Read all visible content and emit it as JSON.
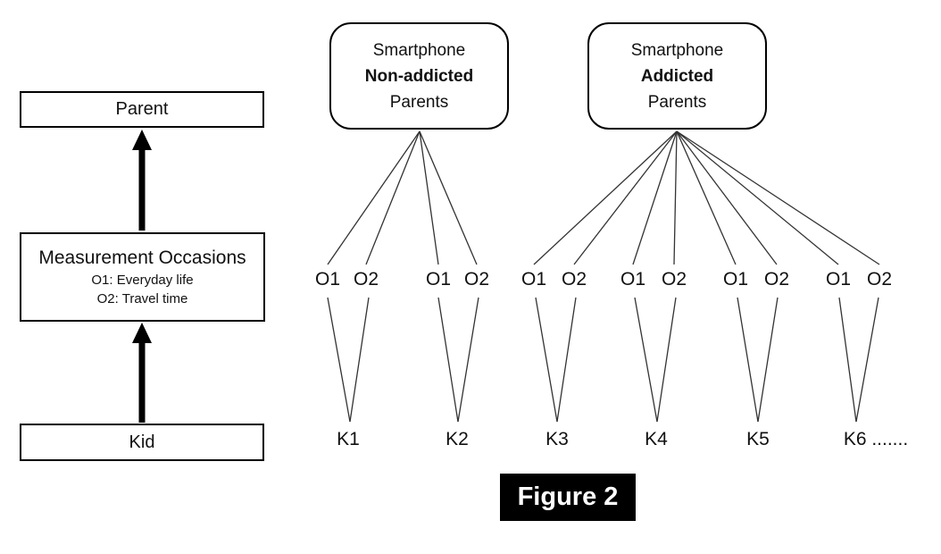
{
  "figure": {
    "caption": "Figure 2"
  },
  "left_panel": {
    "parent_label": "Parent",
    "measurement": {
      "title": "Measurement Occasions",
      "occasion1": "O1: Everyday life",
      "occasion2": "O2: Travel time"
    },
    "kid_label": "Kid"
  },
  "groups": [
    {
      "line1": "Smartphone",
      "line2": "Non-addicted",
      "line3": "Parents"
    },
    {
      "line1": "Smartphone",
      "line2": "Addicted",
      "line3": "Parents"
    }
  ],
  "occasion_labels": [
    "O1",
    "O2",
    "O1",
    "O2",
    "O1",
    "O2",
    "O1",
    "O2",
    "O1",
    "O2",
    "O1",
    "O2"
  ],
  "kid_labels": [
    "K1",
    "K2",
    "K3",
    "K4",
    "K5",
    "K6 ......."
  ],
  "colors": {
    "line": "#333333",
    "border": "#000000",
    "figure_bg": "#000000",
    "figure_fg": "#ffffff"
  }
}
